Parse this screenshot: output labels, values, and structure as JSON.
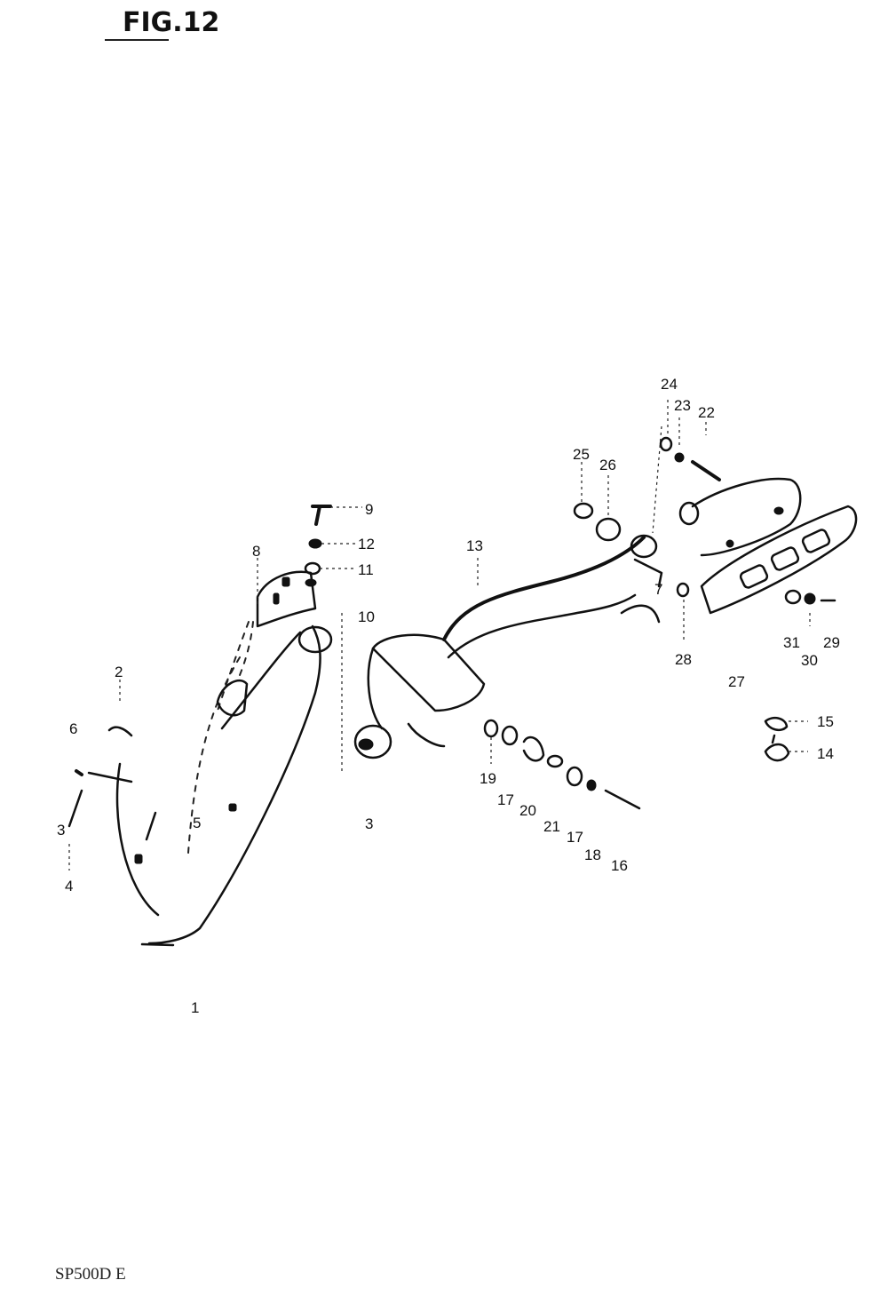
{
  "figure": {
    "title": "FIG.12",
    "footer_code": "SP500D E"
  },
  "callouts": {
    "c1": "1",
    "c2": "2",
    "c3a": "3",
    "c3b": "3",
    "c4": "4",
    "c5": "5",
    "c6": "6",
    "c7": "7",
    "c8": "8",
    "c9": "9",
    "c10": "10",
    "c11": "11",
    "c12": "12",
    "c13": "13",
    "c14": "14",
    "c15": "15",
    "c16": "16",
    "c17a": "17",
    "c17b": "17",
    "c18": "18",
    "c19": "19",
    "c20": "20",
    "c21": "21",
    "c22": "22",
    "c23": "23",
    "c24": "24",
    "c25": "25",
    "c26": "26",
    "c27": "27",
    "c28": "28",
    "c29": "29",
    "c30": "30",
    "c31": "31"
  }
}
